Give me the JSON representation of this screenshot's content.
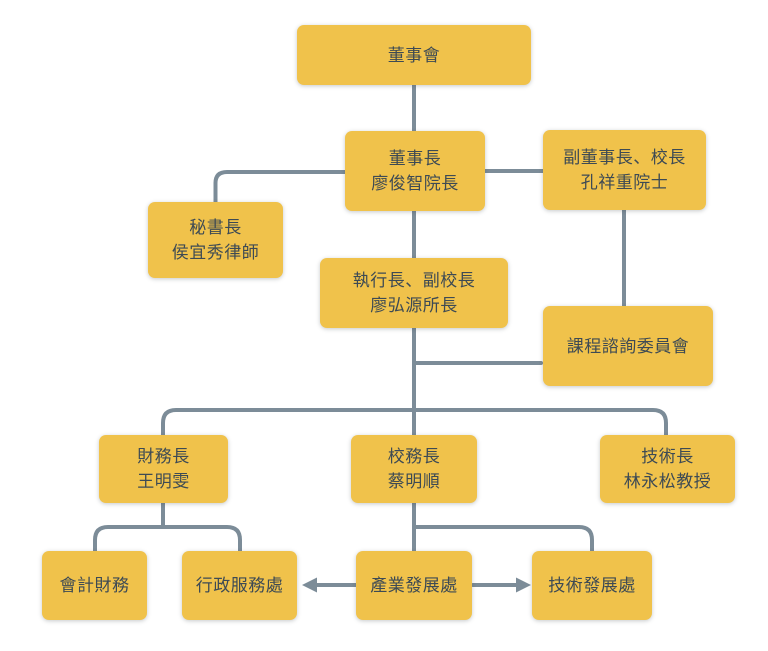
{
  "diagram": {
    "type": "org-chart",
    "language": "zh-TW",
    "colors": {
      "node_fill": "#F0C24B",
      "node_text": "#3D4A54",
      "connector": "#7C8C98",
      "background": "#FFFFFF"
    },
    "nodes": {
      "board": {
        "lines": [
          "董事會"
        ]
      },
      "chairman": {
        "lines": [
          "董事長",
          "廖俊智院長"
        ]
      },
      "vice_chairman": {
        "lines": [
          "副董事長、校長",
          "孔祥重院士"
        ]
      },
      "secretary_general": {
        "lines": [
          "秘書長",
          "侯宜秀律師"
        ]
      },
      "ceo": {
        "lines": [
          "執行長、副校長",
          "廖弘源所長"
        ]
      },
      "curriculum_committee": {
        "lines": [
          "課程諮詢委員會"
        ]
      },
      "cfo": {
        "lines": [
          "財務長",
          "王明雯"
        ]
      },
      "provost": {
        "lines": [
          "校務長",
          "蔡明順"
        ]
      },
      "cto": {
        "lines": [
          "技術長",
          "林永松教授"
        ]
      },
      "accounting_finance": {
        "lines": [
          "會計財務"
        ]
      },
      "admin_services": {
        "lines": [
          "行政服務處"
        ]
      },
      "industry_dev": {
        "lines": [
          "產業發展處"
        ]
      },
      "tech_dev": {
        "lines": [
          "技術發展處"
        ]
      }
    },
    "edges": [
      {
        "from": "board",
        "to": "chairman",
        "style": "line"
      },
      {
        "from": "chairman",
        "to": "secretary_general",
        "style": "line"
      },
      {
        "from": "chairman",
        "to": "vice_chairman",
        "style": "line"
      },
      {
        "from": "chairman",
        "to": "ceo",
        "style": "line"
      },
      {
        "from": "vice_chairman",
        "to": "curriculum_committee",
        "style": "line"
      },
      {
        "from": "ceo",
        "to": "curriculum_committee",
        "style": "line"
      },
      {
        "from": "ceo",
        "to": "cfo",
        "style": "line"
      },
      {
        "from": "ceo",
        "to": "provost",
        "style": "line"
      },
      {
        "from": "ceo",
        "to": "cto",
        "style": "line"
      },
      {
        "from": "cfo",
        "to": "accounting_finance",
        "style": "line"
      },
      {
        "from": "cfo",
        "to": "admin_services",
        "style": "line"
      },
      {
        "from": "provost",
        "to": "industry_dev",
        "style": "line"
      },
      {
        "from": "provost",
        "to": "tech_dev",
        "style": "line"
      },
      {
        "from": "industry_dev",
        "to": "admin_services",
        "style": "arrow"
      },
      {
        "from": "industry_dev",
        "to": "tech_dev",
        "style": "arrow"
      }
    ]
  }
}
